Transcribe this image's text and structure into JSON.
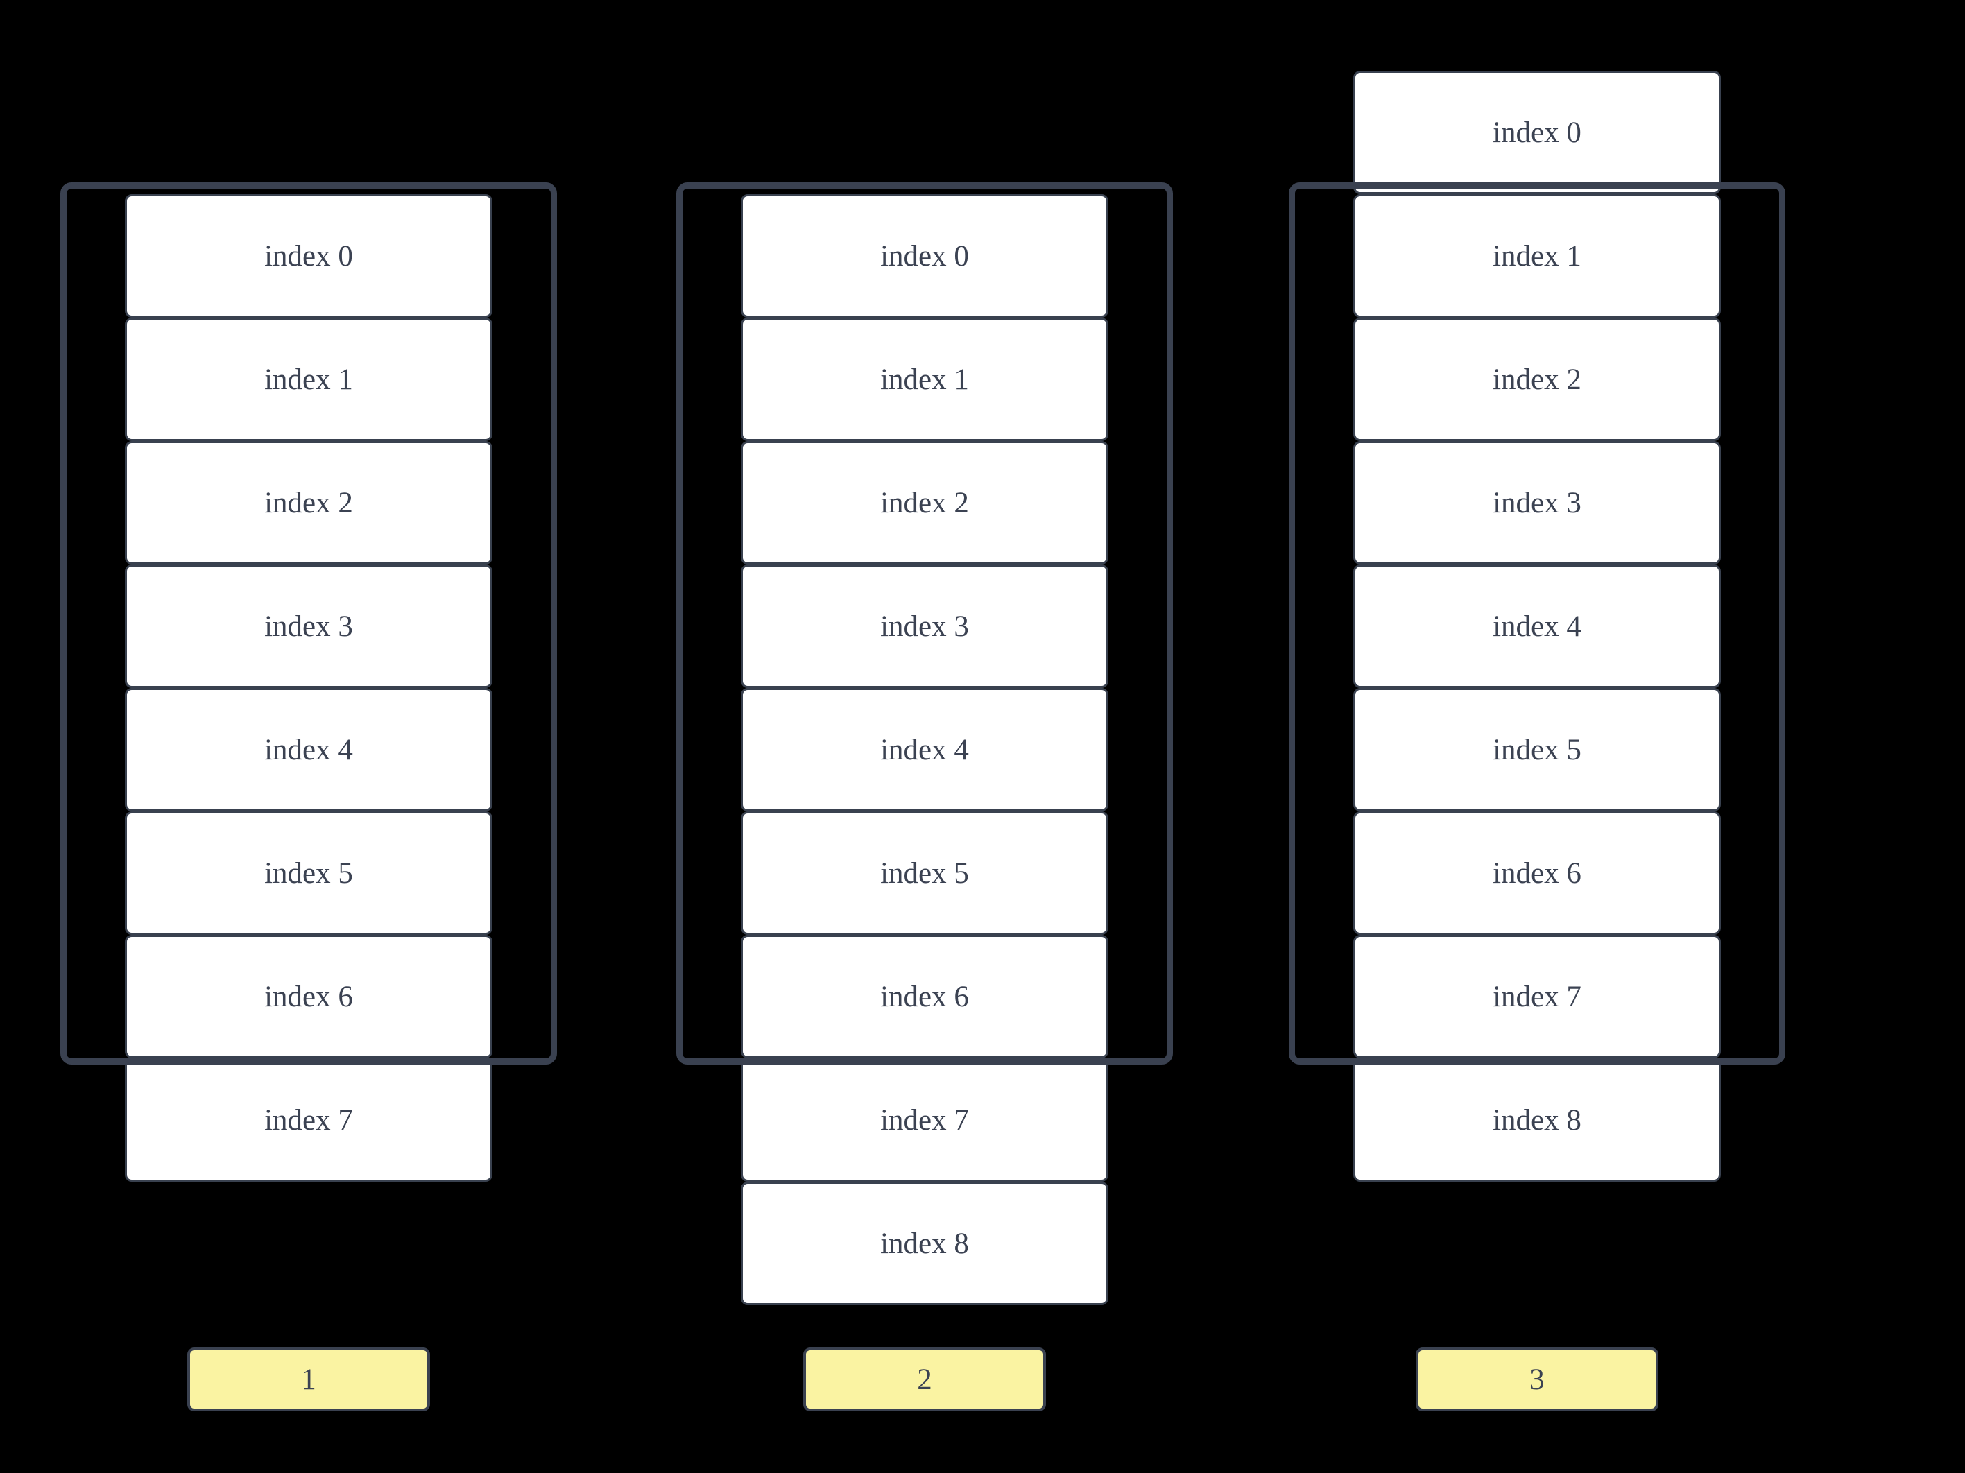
{
  "colors": {
    "background": "#000000",
    "frame_border": "#3a4150",
    "box_bg": "#ffffff",
    "box_border": "#39414f",
    "text_color": "#3b4252",
    "button_bg": "#faf3a2"
  },
  "columns": [
    {
      "button_label": "1",
      "items": [
        "index 0",
        "index 1",
        "index 2",
        "index 3",
        "index 4",
        "index 5",
        "index 6",
        "index 7"
      ]
    },
    {
      "button_label": "2",
      "items": [
        "index 0",
        "index 1",
        "index 2",
        "index 3",
        "index 4",
        "index 5",
        "index 6",
        "index 7",
        "index 8"
      ]
    },
    {
      "button_label": "3",
      "items": [
        "index 0",
        "index 1",
        "index 2",
        "index 3",
        "index 4",
        "index 5",
        "index 6",
        "index 7",
        "index 8"
      ]
    }
  ]
}
